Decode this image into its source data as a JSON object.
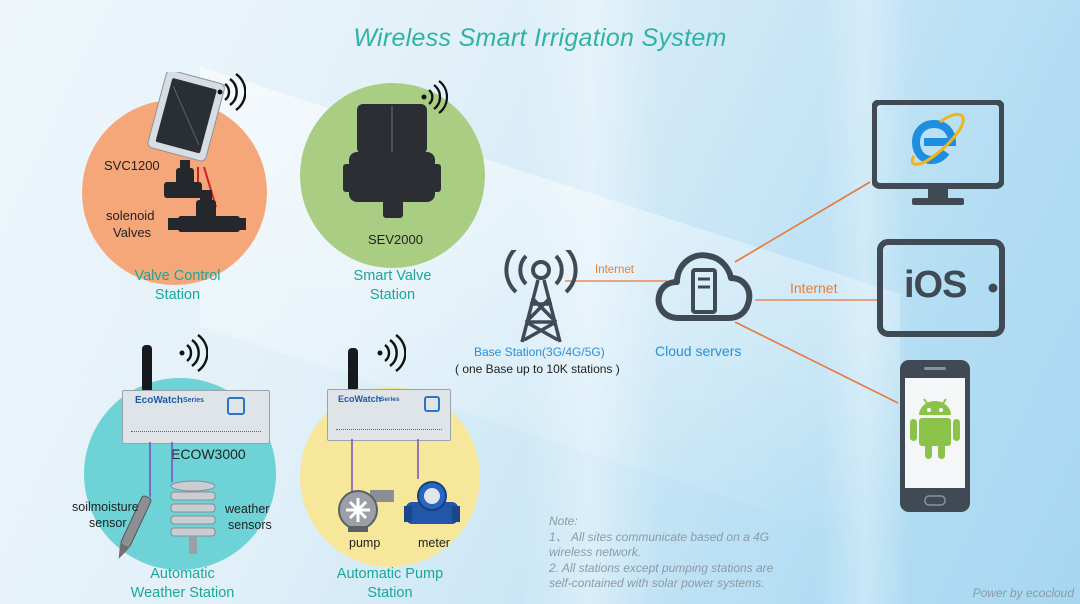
{
  "title": "Wireless Smart Irrigation System",
  "valve_station": {
    "device": "SVC1200",
    "valves_label_1": "solenoid",
    "valves_label_2": "Valves",
    "caption_1": "Valve Control",
    "caption_2": "Station"
  },
  "smart_valve": {
    "device": "SEV2000",
    "caption_1": "Smart  Valve",
    "caption_2": "Station"
  },
  "weather_station": {
    "brand": "EcoWatch",
    "series": "Series",
    "device": "ECOW3000",
    "soil_1": "soilmoisture",
    "soil_2": "sensor",
    "weather_1": "weather",
    "weather_2": "sensors",
    "caption_1": "Automatic",
    "caption_2": "Weather Station"
  },
  "pump_station": {
    "brand": "EcoWatch",
    "series": "Series",
    "pump": "pump",
    "meter": "meter",
    "caption_1": "Automatic Pump",
    "caption_2": "Station"
  },
  "base_station": {
    "caption_1": "Base Station(3G/4G/5G)",
    "caption_2": "( one Base up to 10K stations )"
  },
  "cloud": {
    "caption": "Cloud servers"
  },
  "links": {
    "internet_1": "Internet",
    "internet_2": "Internet"
  },
  "clients": {
    "tablet_text": "iOS"
  },
  "note": {
    "heading": "Note:",
    "line_1": "1、 All sites communicate based on a 4G",
    "line_2": "wireless network.",
    "line_3": "2. All stations except pumping stations are",
    "line_4": "self-contained with solar power systems."
  },
  "footer": "Power by ecocloud",
  "colors": {
    "title": "#2fb3a5",
    "valve_circle": "#f5a77a",
    "smart_valve_circle": "#a9cd82",
    "weather_circle": "#6dd3d6",
    "pump_circle": "#f7e79a",
    "line": "#e8773a",
    "device": "#3f4a55"
  }
}
